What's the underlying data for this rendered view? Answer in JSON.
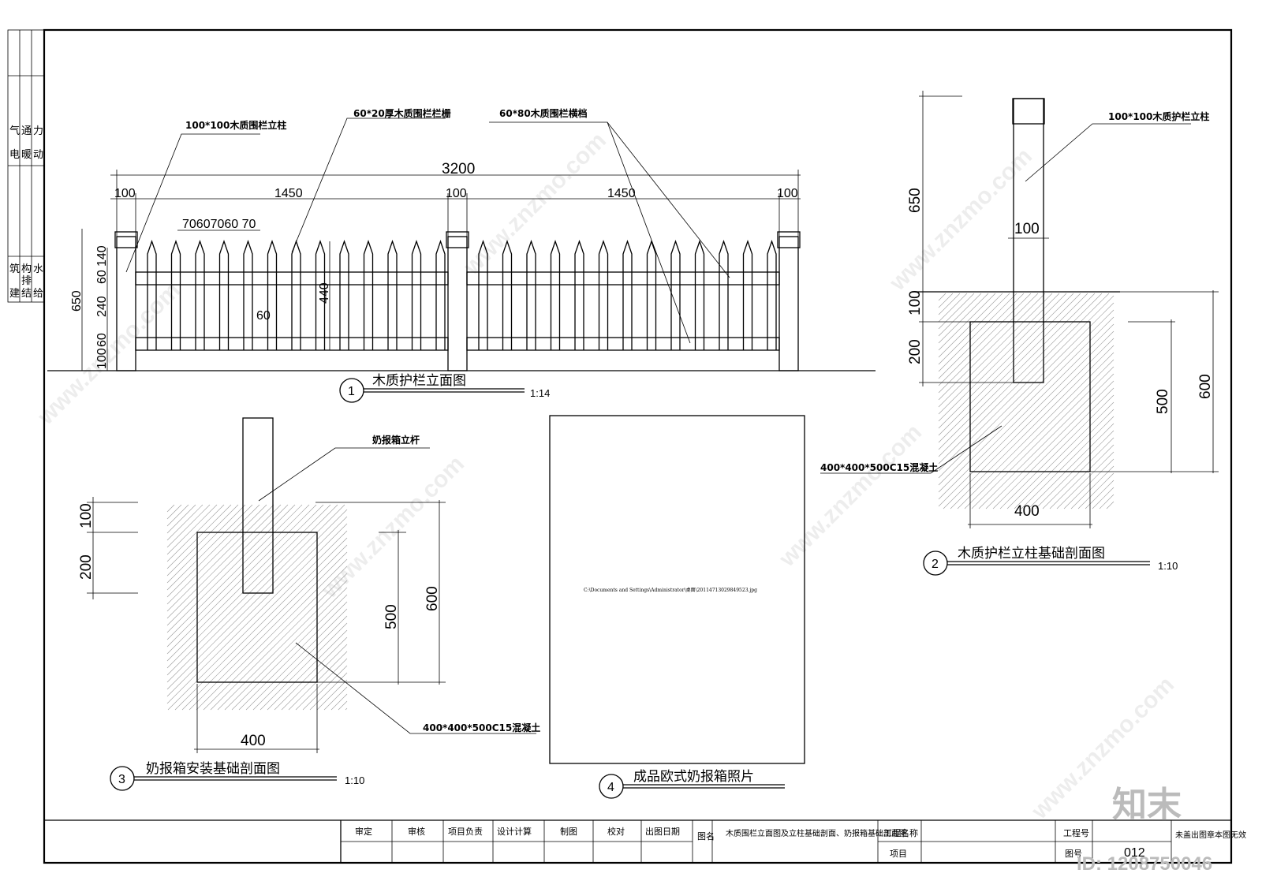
{
  "drawing1": {
    "title": "木质护栏立面图",
    "number": "1",
    "scale": "1:14",
    "labels": {
      "post": "100*100木质围栏立柱",
      "picket": "60*20厚木质围栏栏栅",
      "rail": "60*80木质围栏横档"
    },
    "dims": {
      "total": "3200",
      "post_w1": "100",
      "span1": "1450",
      "post_w2": "100",
      "span2": "1450",
      "post_w3": "100",
      "pickets": "70607060 70",
      "h_total": "650",
      "h_140": "140",
      "h_60a": "60",
      "h_240": "240",
      "h_60b": "60",
      "h_100": "100",
      "h_440": "440",
      "w_60": "60"
    }
  },
  "drawing2": {
    "title": "木质护栏立柱基础剖面图",
    "number": "2",
    "scale": "1:10",
    "labels": {
      "post": "100*100木质护栏立柱",
      "concrete": "400*400*500C15混凝土"
    },
    "dims": {
      "h_650": "650",
      "w_100": "100",
      "h_100": "100",
      "h_200": "200",
      "h_500": "500",
      "h_600": "600",
      "w_400": "400"
    }
  },
  "drawing3": {
    "title": "奶报箱安装基础剖面图",
    "number": "3",
    "scale": "1:10",
    "labels": {
      "post": "奶报箱立杆",
      "concrete": "400*400*500C15混凝土"
    },
    "dims": {
      "h_100": "100",
      "h_200": "200",
      "h_500": "500",
      "h_600": "600",
      "w_400": "400"
    }
  },
  "drawing4": {
    "title": "成品欧式奶报箱照片",
    "number": "4",
    "image_path": "C:\\Documents and Settings\\Administrator\\桌面\\20114713029849523.jpg"
  },
  "side_column": {
    "top": [
      "电",
      "暖",
      "动",
      "气",
      "通",
      "力"
    ],
    "bottom": [
      "建",
      "结",
      "给",
      "筑",
      "构",
      "排",
      "水"
    ]
  },
  "title_block": {
    "headers": [
      "审定",
      "审核",
      "项目负责",
      "设计计算",
      "制图",
      "校对",
      "出图日期"
    ],
    "drawing_name_label": "图名",
    "drawing_name": "木质围栏立面图及立柱基础剖面、奶报箱基础剖面图",
    "project_name_label": "工程名称",
    "project_label": "项目",
    "project_no_label": "工程号",
    "drawing_no_label": "图号",
    "drawing_no": "012",
    "stamp_note": "未盖出图章本图无效"
  },
  "watermark": {
    "site": "www.znzmo.com",
    "brand": "知末",
    "id": "ID: 1208750046"
  },
  "colors": {
    "line": "#000000",
    "hatch": "#999999",
    "watermark": "#bbbbbb"
  }
}
